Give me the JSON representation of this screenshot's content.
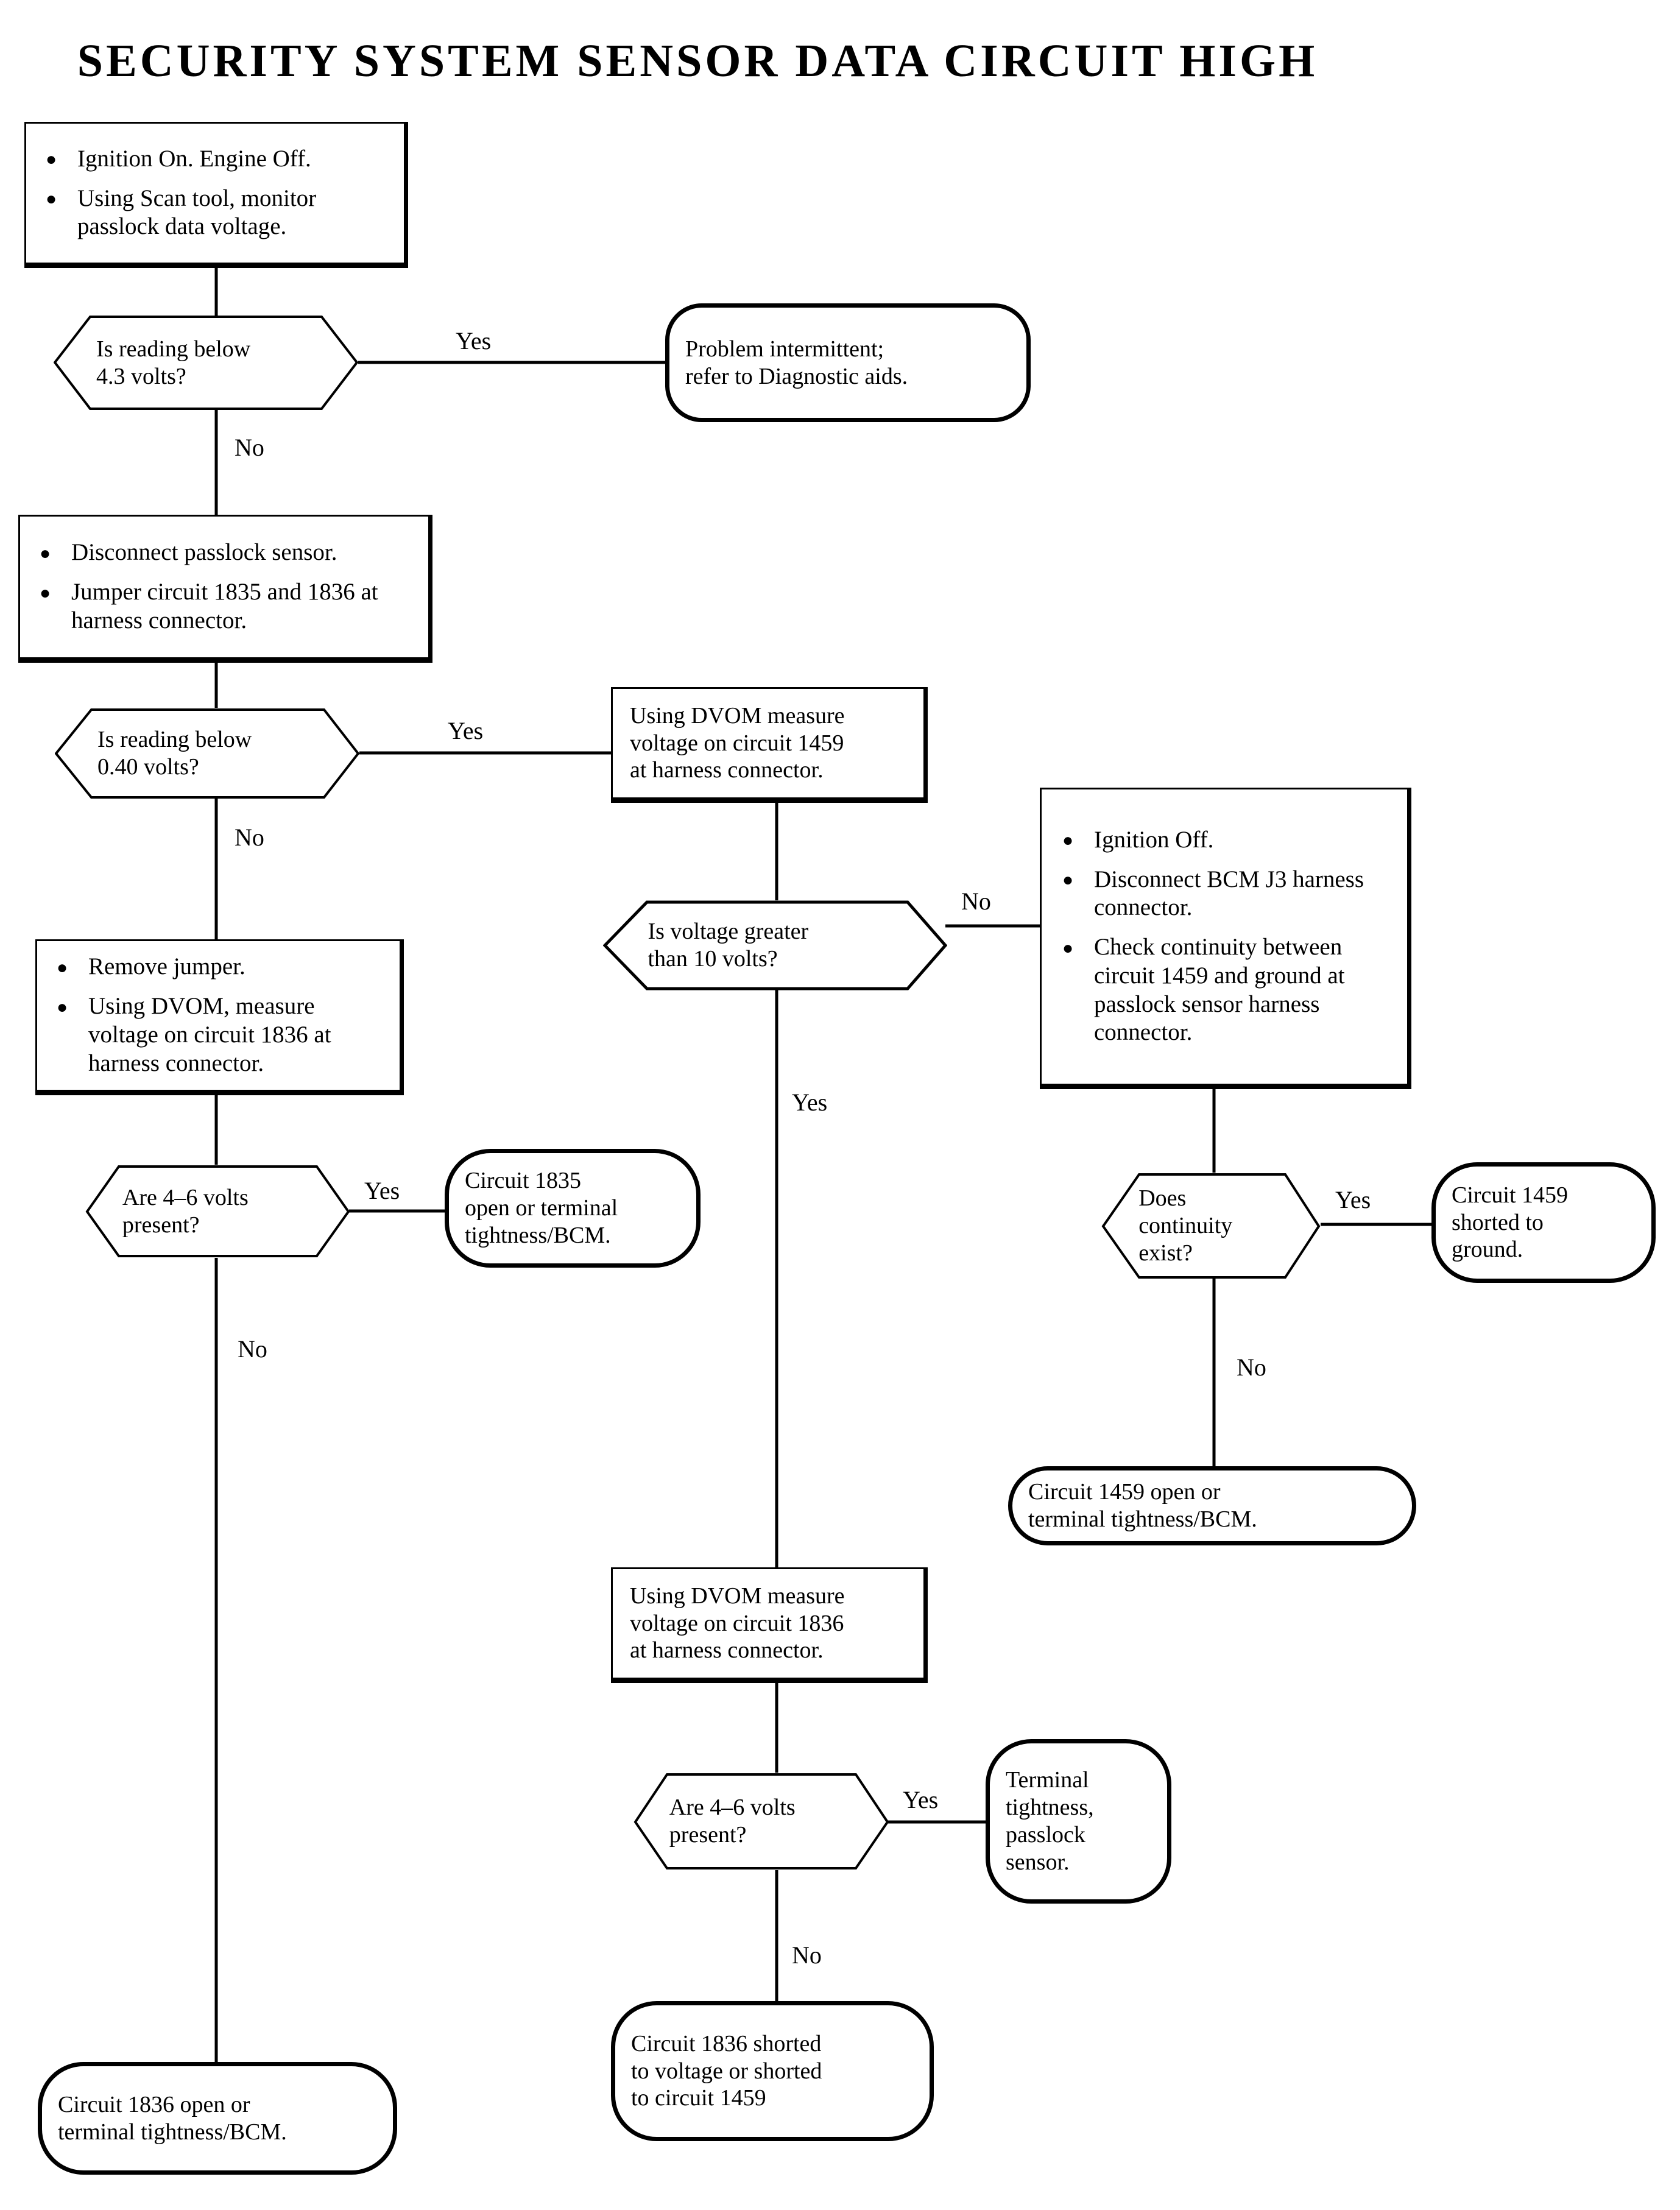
{
  "title": "SECURITY SYSTEM SENSOR DATA CIRCUIT HIGH",
  "colors": {
    "line": "#000000",
    "background": "#ffffff",
    "text": "#000000"
  },
  "chart_data": {
    "type": "diagram",
    "subtype": "flowchart",
    "title": "SECURITY SYSTEM SENSOR DATA CIRCUIT HIGH",
    "node_count": 16,
    "edge_count": 15
  },
  "nodes": {
    "start_step": {
      "shape": "process",
      "bullets": [
        "Ignition On. Engine Off.",
        "Using Scan tool, monitor passlock data voltage."
      ]
    },
    "decision_43v": {
      "shape": "decision",
      "lines": [
        "Is reading below",
        "4.3 volts?"
      ]
    },
    "problem_intermittent": {
      "shape": "terminator",
      "lines": [
        "Problem intermittent;",
        "refer to Diagnostic aids."
      ]
    },
    "disconnect_step": {
      "shape": "process",
      "bullets": [
        "Disconnect passlock  sensor.",
        "Jumper circuit 1835 and 1836 at harness connector."
      ]
    },
    "decision_040v": {
      "shape": "decision",
      "lines": [
        "Is reading below",
        "0.40 volts?"
      ]
    },
    "dvom_1459": {
      "shape": "process",
      "lines": [
        "Using DVOM measure",
        "voltage on circuit 1459",
        "at harness connector."
      ]
    },
    "decision_10v": {
      "shape": "decision",
      "lines": [
        "Is voltage greater",
        "than 10 volts?"
      ]
    },
    "bcm_j3_step": {
      "shape": "process",
      "bullets": [
        "Ignition Off.",
        "Disconnect BCM J3 harness connector.",
        "Check continuity between circuit 1459 and ground at passlock sensor  harness connector."
      ]
    },
    "remove_jumper_step": {
      "shape": "process",
      "bullets": [
        "Remove jumper.",
        "Using DVOM, measure voltage on circuit 1836 at harness connector."
      ]
    },
    "decision_46v_left": {
      "shape": "decision",
      "lines": [
        "Are 4–6 volts",
        "present?"
      ]
    },
    "circuit_1835_open": {
      "shape": "terminator",
      "lines": [
        "Circuit 1835",
        "open or terminal",
        "tightness/BCM."
      ]
    },
    "decision_continuity": {
      "shape": "decision",
      "lines": [
        "Does",
        "continuity",
        "exist?"
      ]
    },
    "circuit_1459_shorted": {
      "shape": "terminator",
      "lines": [
        "Circuit 1459",
        "shorted to",
        "ground."
      ]
    },
    "circuit_1459_open": {
      "shape": "terminator",
      "lines": [
        "Circuit 1459 open or",
        "terminal tightness/BCM."
      ]
    },
    "dvom_1836": {
      "shape": "process",
      "lines": [
        "Using DVOM measure",
        "voltage on circuit 1836",
        "at harness connector."
      ]
    },
    "decision_46v_bottom": {
      "shape": "decision",
      "lines": [
        "Are 4–6 volts",
        "present?"
      ]
    },
    "terminal_tightness_passlock": {
      "shape": "terminator",
      "lines": [
        "Terminal",
        "tightness,",
        "passlock",
        "sensor."
      ]
    },
    "circuit_1836_open": {
      "shape": "terminator",
      "lines": [
        "Circuit 1836 open or",
        "terminal tightness/BCM."
      ]
    },
    "circuit_1836_shorted": {
      "shape": "terminator",
      "lines": [
        "Circuit 1836 shorted",
        "to voltage or shorted",
        "to circuit 1459"
      ]
    }
  },
  "edge_labels": {
    "yes_43v": "Yes",
    "no_43v": "No",
    "yes_040v": "Yes",
    "no_040v": "No",
    "no_10v": "No",
    "yes_10v": "Yes",
    "yes_46v_left": "Yes",
    "no_46v_left": "No",
    "yes_continuity": "Yes",
    "no_continuity": "No",
    "yes_46v_bottom": "Yes",
    "no_46v_bottom": "No"
  }
}
